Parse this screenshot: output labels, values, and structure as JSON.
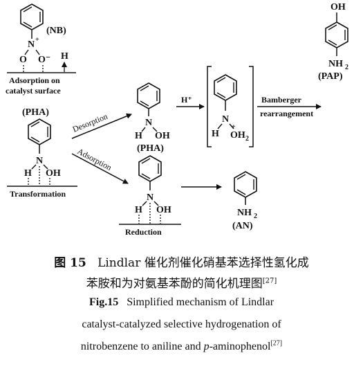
{
  "labels": {
    "nb": "(NB)",
    "pha_left": "(PHA)",
    "pha_bottom": "(PHA)",
    "pap": "(PAP)",
    "an": "(AN)",
    "adsorption_on_l1": "Adsorption on",
    "adsorption_on_l2": "catalyst surface",
    "transformation": "Transformation",
    "reduction": "Reduction",
    "desorption": "Desorption",
    "adsorption": "Adsorption",
    "h_plus": "H⁺",
    "bamberger_l1": "Bamberger",
    "bamberger_l2": "rearrangement"
  },
  "atoms": {
    "n": "N",
    "n_plus": "N⁺",
    "o": "O",
    "o_minus": "O⁻",
    "h": "H",
    "oh": "OH",
    "nh2": "NH",
    "nh2_sub": "2",
    "oh2": "OH",
    "oh2_sub": "2",
    "plus": "+"
  },
  "caption": {
    "zh_fig": "图 15",
    "zh_line1": "Lindlar 催化剂催化硝基苯选择性氢化成",
    "zh_line2": "苯胺和为对氨基苯酚的简化机理图",
    "ref": "[27]",
    "en_fig": "Fig.15",
    "en_line1": "Simplified mechanism of Lindlar",
    "en_line2": "catalyst-catalyzed selective hydrogenation of",
    "en_line3_a": "nitrobenzene to aniline and ",
    "en_line3_italic": "p",
    "en_line3_b": "-aminophenol"
  }
}
